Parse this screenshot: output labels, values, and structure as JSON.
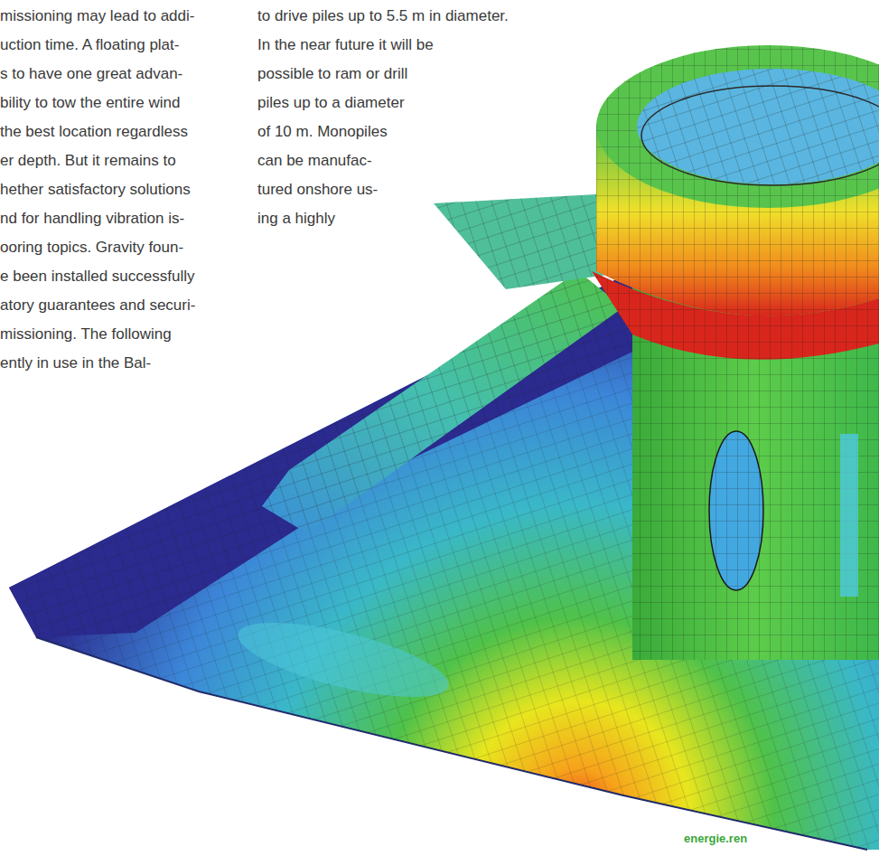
{
  "diagram": {
    "labels": [
      "missioning may lead to addi-",
      "uction time. A floating plat-",
      "s to have one great advan-",
      "bility to tow the entire wind",
      "the best location regardless",
      "er depth. But it remains to",
      "hether satisfactory solutions",
      "nd for handling vibration is-",
      "ooring topics. Gravity foun-",
      "e been installed successfully",
      "atory guarantees and securi-",
      "missioning. The following",
      "ently in use in the Bal-",
      "to drive piles up to 5.5 m in diameter.",
      "In the near future it will be",
      "possible to ram or drill",
      "piles up to a diameter",
      "of 10 m. Monopiles",
      "can be manufac-",
      "tured onshore us-",
      "ing a highly",
      "energie.ren"
    ]
  }
}
